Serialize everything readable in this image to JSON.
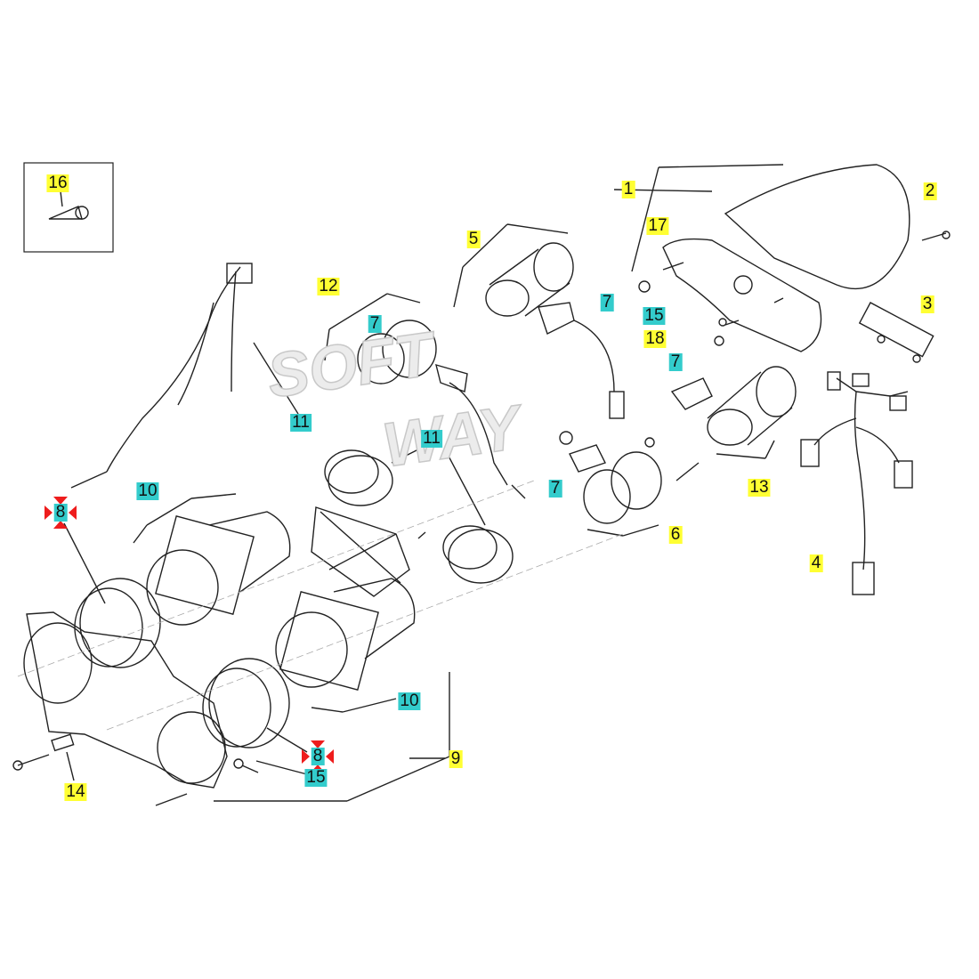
{
  "watermark": [
    "SOFT",
    "WAY"
  ],
  "labels": [
    {
      "text": "16",
      "color": "yellow"
    },
    {
      "text": "1",
      "color": "yellow"
    },
    {
      "text": "2",
      "color": "yellow"
    },
    {
      "text": "17",
      "color": "yellow"
    },
    {
      "text": "5",
      "color": "yellow"
    },
    {
      "text": "12",
      "color": "yellow"
    },
    {
      "text": "7",
      "color": "cyan"
    },
    {
      "text": "3",
      "color": "yellow"
    },
    {
      "text": "7",
      "color": "cyan"
    },
    {
      "text": "15",
      "color": "cyan"
    },
    {
      "text": "18",
      "color": "yellow"
    },
    {
      "text": "7",
      "color": "cyan"
    },
    {
      "text": "11",
      "color": "cyan"
    },
    {
      "text": "11",
      "color": "cyan"
    },
    {
      "text": "10",
      "color": "cyan"
    },
    {
      "text": "7",
      "color": "cyan"
    },
    {
      "text": "13",
      "color": "yellow"
    },
    {
      "text": "8",
      "color": "cyan",
      "marked": true
    },
    {
      "text": "6",
      "color": "yellow"
    },
    {
      "text": "4",
      "color": "yellow"
    },
    {
      "text": "10",
      "color": "cyan"
    },
    {
      "text": "9",
      "color": "yellow"
    },
    {
      "text": "8",
      "color": "cyan",
      "marked": true
    },
    {
      "text": "15",
      "color": "cyan"
    },
    {
      "text": "14",
      "color": "yellow"
    }
  ],
  "colors": {
    "yellow": "#ffff33",
    "cyan": "#33cccc",
    "marker": "#ee1c1c"
  }
}
